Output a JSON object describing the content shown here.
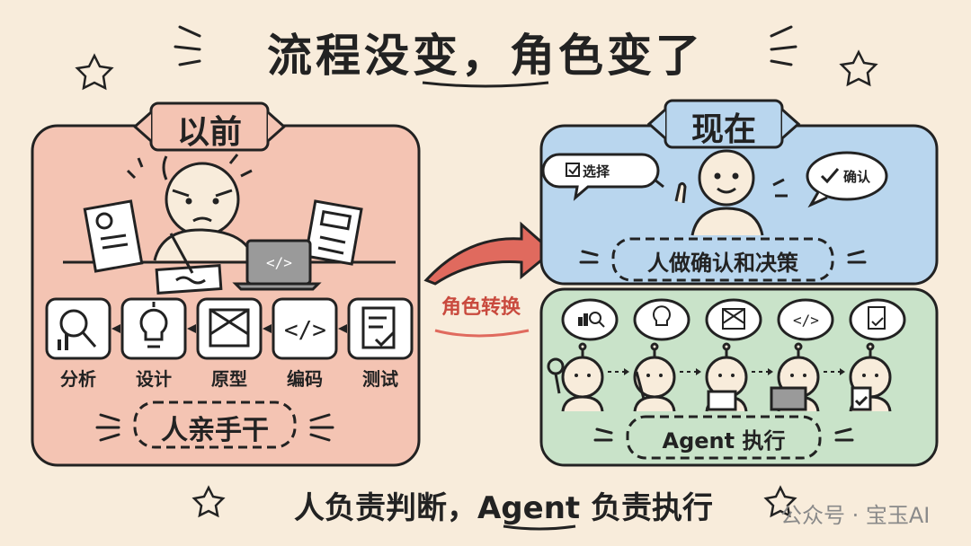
{
  "title": "流程没变，角色变了",
  "before": {
    "label": "以前",
    "steps": [
      "分析",
      "设计",
      "原型",
      "编码",
      "测试"
    ],
    "caption": "人亲手干"
  },
  "transition": {
    "label": "角色转换"
  },
  "now": {
    "label": "现在",
    "bubble_left": "选择",
    "bubble_right": "确认",
    "human_caption": "人做确认和决策",
    "agent_caption": "Agent 执行"
  },
  "footer": "人负责判断，Agent 负责执行",
  "watermark": "公众号 · 宝玉AI",
  "colors": {
    "background": "#f8ecdb",
    "before_panel": "#f4c4b3",
    "now_top_panel": "#b9d6ee",
    "now_bottom_panel": "#c9e3c9",
    "arrow": "#e06a5e"
  }
}
